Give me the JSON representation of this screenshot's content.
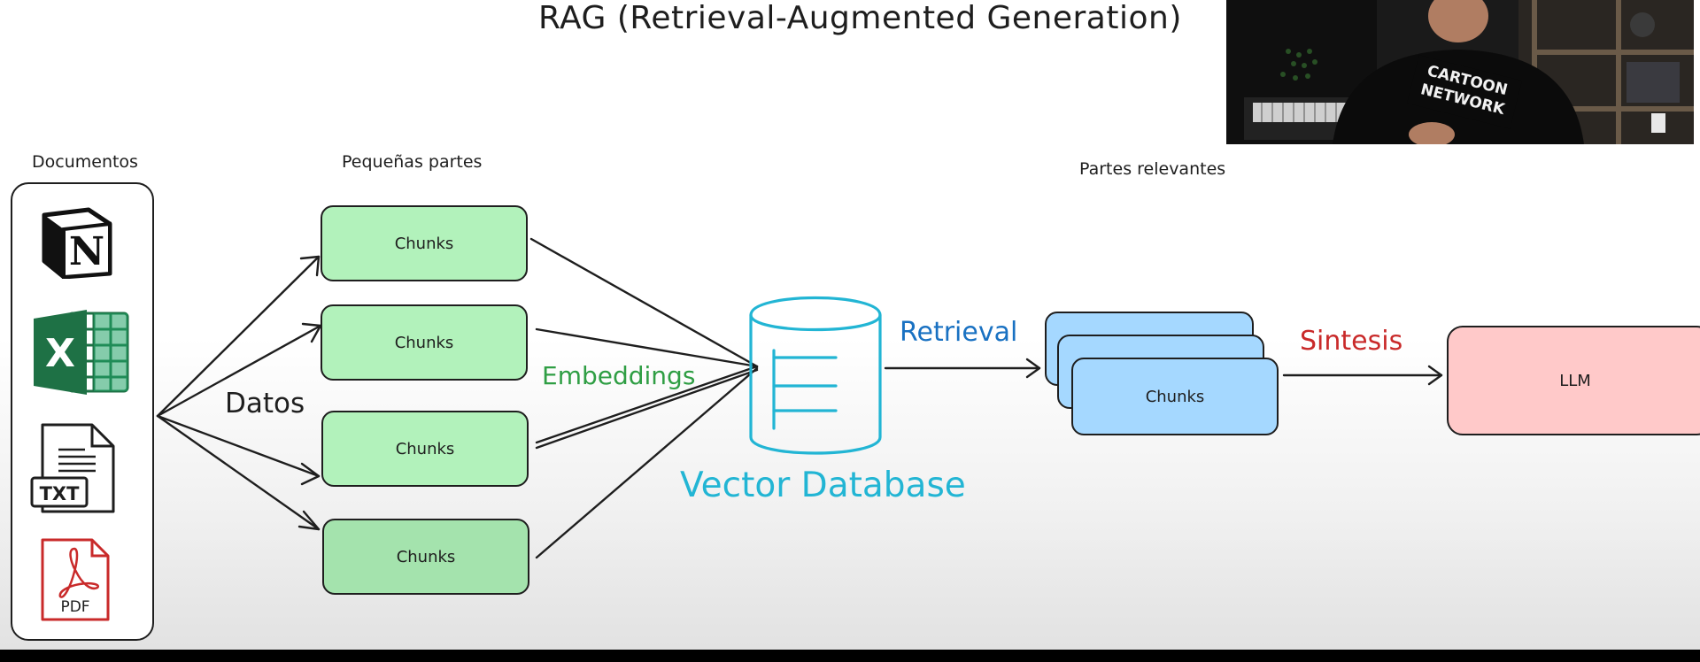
{
  "title": "RAG (Retrieval-Augmented Generation)",
  "labels": {
    "documentos": "Documentos",
    "pequenas_partes": "Pequeñas partes",
    "partes_relevantes": "Partes relevantes",
    "datos": "Datos",
    "embeddings": "Embeddings",
    "retrieval": "Retrieval",
    "sintesis": "Sintesis",
    "vector_database": "Vector Database"
  },
  "documents": {
    "notion_letter": "N",
    "excel_letter": "X",
    "txt_label": "TXT",
    "pdf_label": "PDF"
  },
  "chunks": [
    "Chunks",
    "Chunks",
    "Chunks",
    "Chunks"
  ],
  "relevant_chunk": "Chunks",
  "llm": "LLM",
  "webcam": {
    "shirt_text_1": "CARTOON",
    "shirt_text_2": "NETWORK"
  },
  "colors": {
    "green": "#b2f2bb",
    "blue": "#a5d8ff",
    "pink": "#ffc9c9",
    "embeddings": "#2f9e44",
    "retrieval": "#1971c2",
    "sintesis": "#c92a2a",
    "vector_db": "#22b5d4"
  }
}
